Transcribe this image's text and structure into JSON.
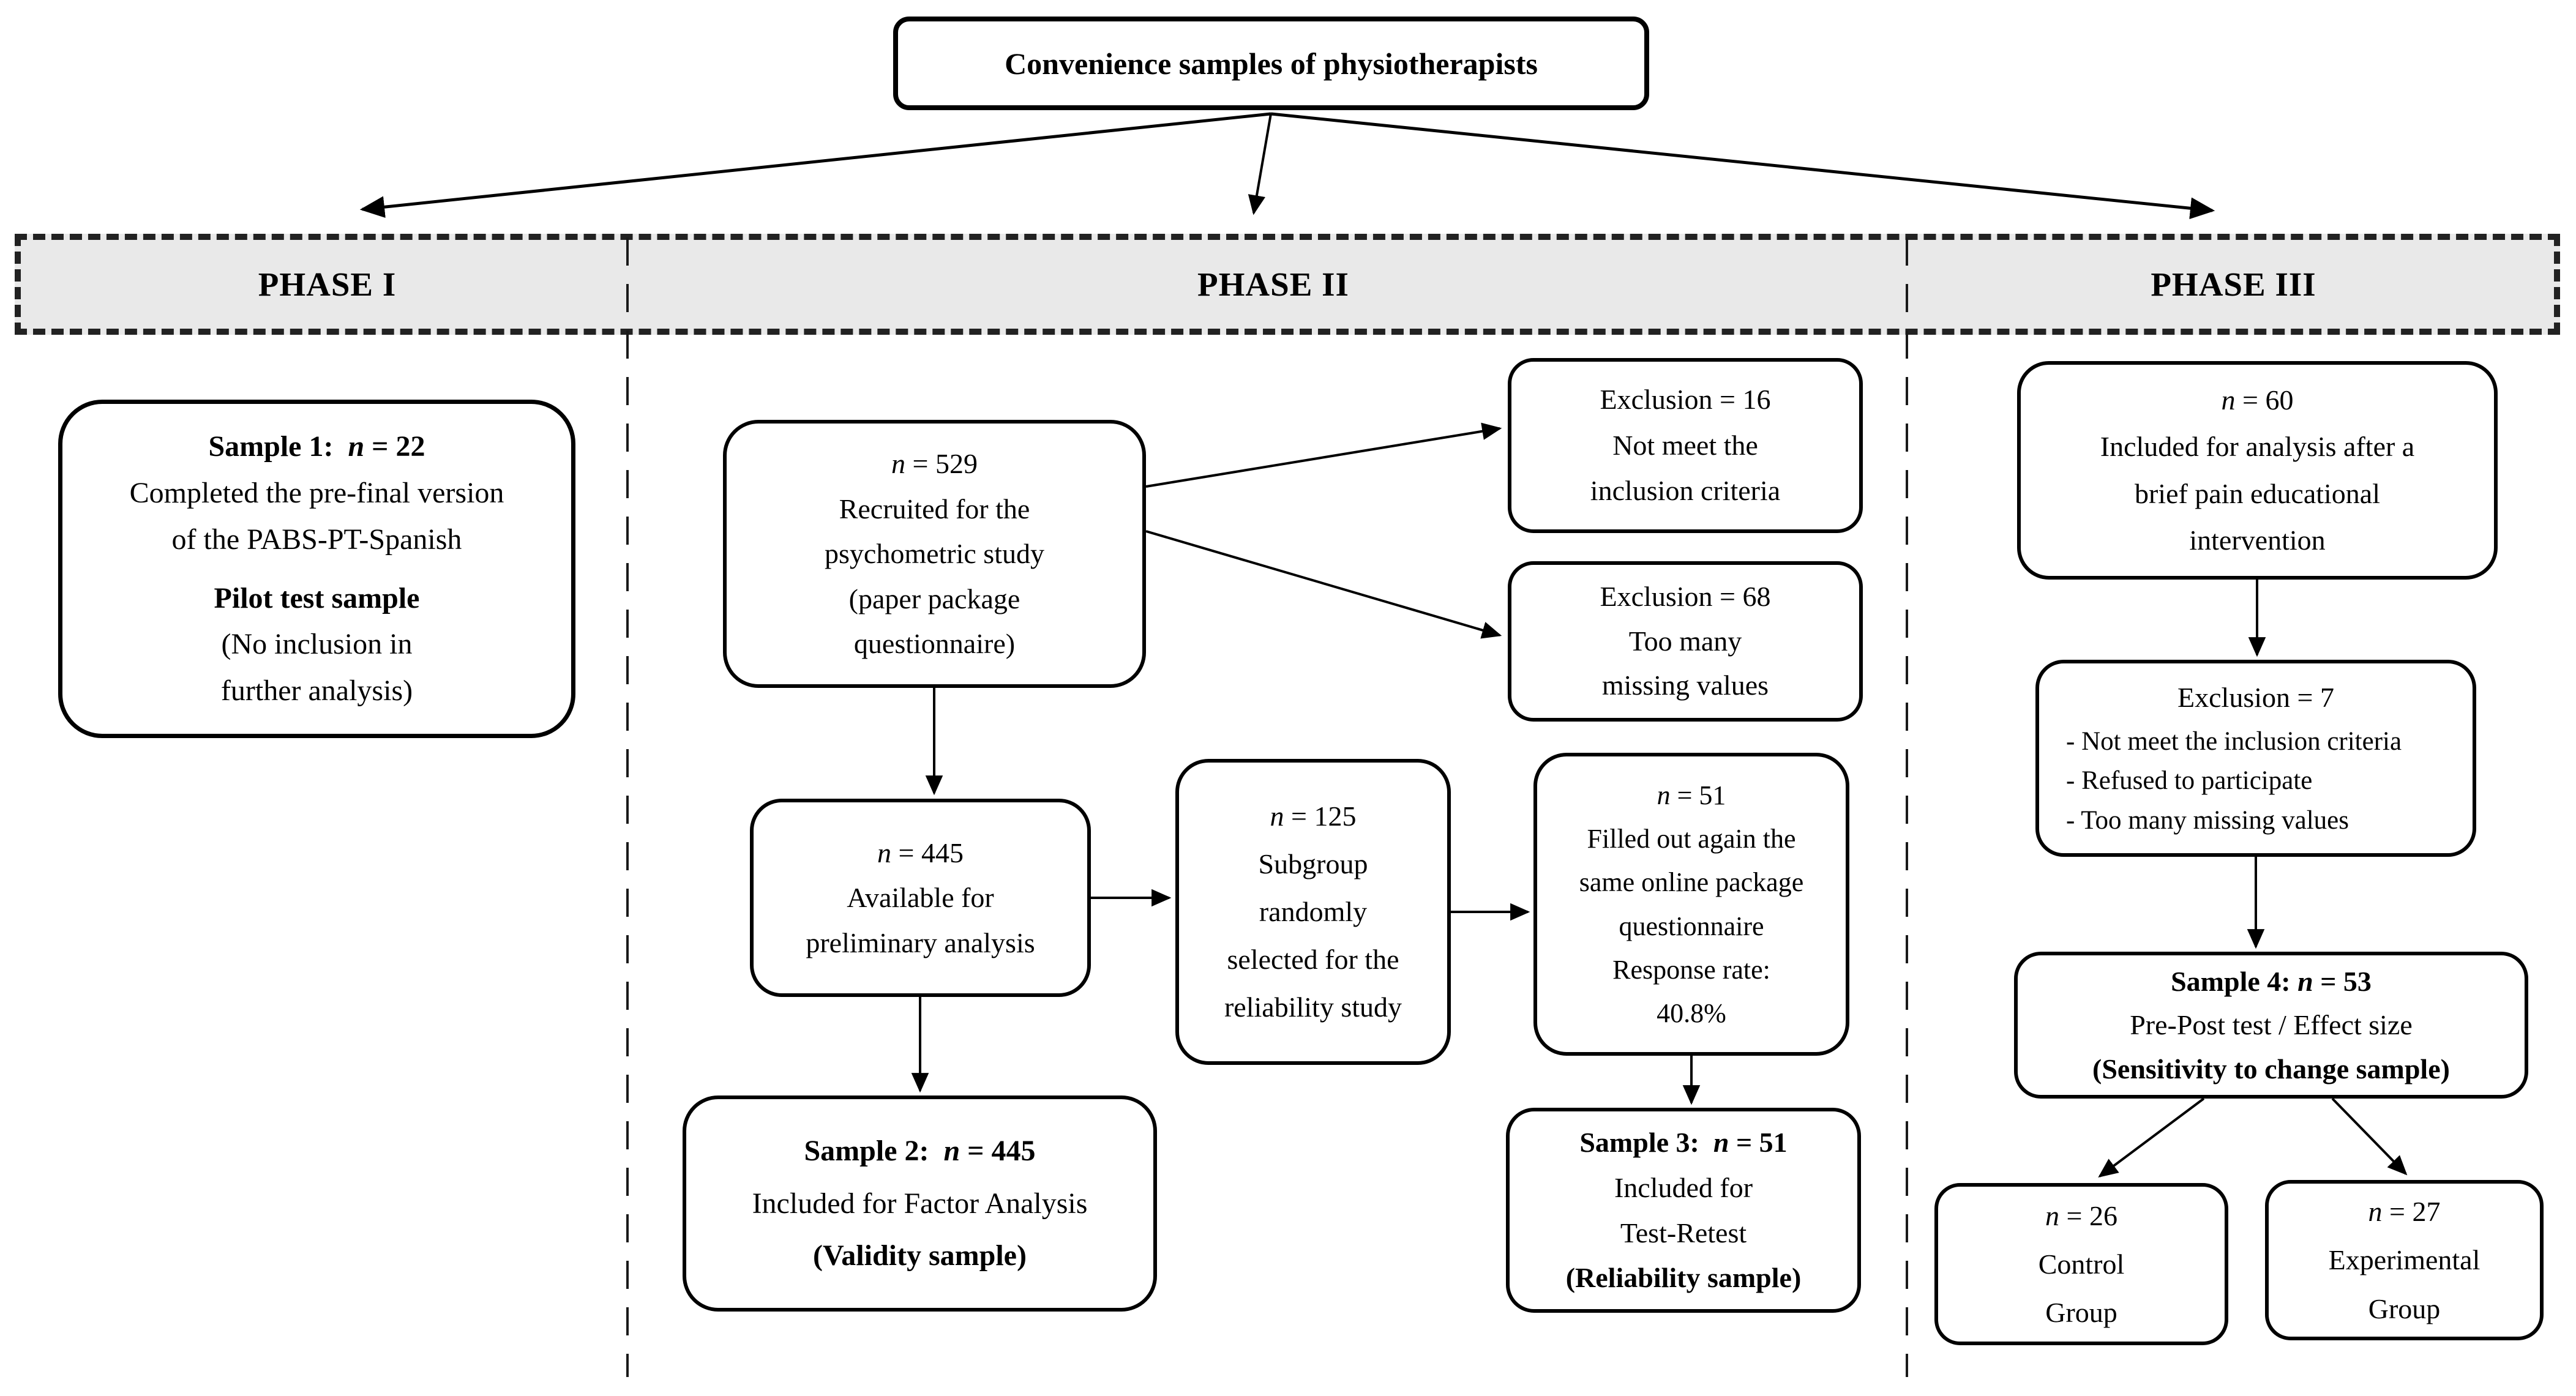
{
  "style": {
    "ink": "#000000",
    "band_bg": "#e9e9e9",
    "paper": "#ffffff"
  },
  "top_box": {
    "text": "Convenience samples of physiotherapists"
  },
  "phase_headers": {
    "phase1": "PHASE I",
    "phase2": "PHASE II",
    "phase3": "PHASE III"
  },
  "phase1": {
    "sample1": {
      "heading": "Sample 1:",
      "n_italic": "n",
      "n_value": "= 22",
      "lines": [
        "Completed the pre-final version",
        "of the PABS-PT-Spanish"
      ],
      "subheading": "Pilot test sample",
      "note_lines": [
        "(No inclusion in",
        "further analysis)"
      ]
    }
  },
  "phase2": {
    "recruited": {
      "n_italic": "n",
      "n_value": "= 529",
      "lines": [
        "Recruited for the",
        "psychometric study",
        "(paper package",
        "questionnaire)"
      ]
    },
    "exclusion16": {
      "lines": [
        "Exclusion = 16",
        "Not meet the",
        "inclusion criteria"
      ]
    },
    "exclusion68": {
      "lines": [
        "Exclusion = 68",
        "Too many",
        "missing values"
      ]
    },
    "available": {
      "n_italic": "n",
      "n_value": "= 445",
      "lines": [
        "Available for",
        "preliminary analysis"
      ]
    },
    "subgroup": {
      "n_italic": "n",
      "n_value": "= 125",
      "lines": [
        "Subgroup",
        "randomly",
        "selected for the",
        "reliability study"
      ]
    },
    "retest": {
      "n_italic": "n",
      "n_value": "= 51",
      "lines": [
        "Filled out again the",
        "same online package",
        "questionnaire",
        "Response rate:",
        "40.8%"
      ]
    },
    "sample2": {
      "heading": "Sample 2:",
      "n_italic": "n",
      "n_value": "= 445",
      "line": "Included for Factor Analysis",
      "subheading": "(Validity sample)"
    },
    "sample3": {
      "heading": "Sample 3:",
      "n_italic": "n",
      "n_value": "= 51",
      "lines": [
        "Included for",
        "Test-Retest"
      ],
      "subheading": "(Reliability sample)"
    }
  },
  "phase3": {
    "analysis60": {
      "n_italic": "n",
      "n_value": "= 60",
      "lines": [
        "Included for analysis after a",
        "brief pain educational",
        "intervention"
      ]
    },
    "exclusion7": {
      "heading": "Exclusion = 7",
      "bullets": [
        "- Not meet the inclusion criteria",
        "- Refused to participate",
        "- Too many missing values"
      ]
    },
    "sample4": {
      "heading": "Sample 4:",
      "n_italic": "n",
      "n_value": "= 53",
      "line": "Pre-Post test / Effect size",
      "subheading": "(Sensitivity to change sample)"
    },
    "control": {
      "n_italic": "n",
      "n_value": "= 26",
      "lines": [
        "Control",
        "Group"
      ]
    },
    "experimental": {
      "n_italic": "n",
      "n_value": "= 27",
      "lines": [
        "Experimental",
        "Group"
      ]
    }
  }
}
